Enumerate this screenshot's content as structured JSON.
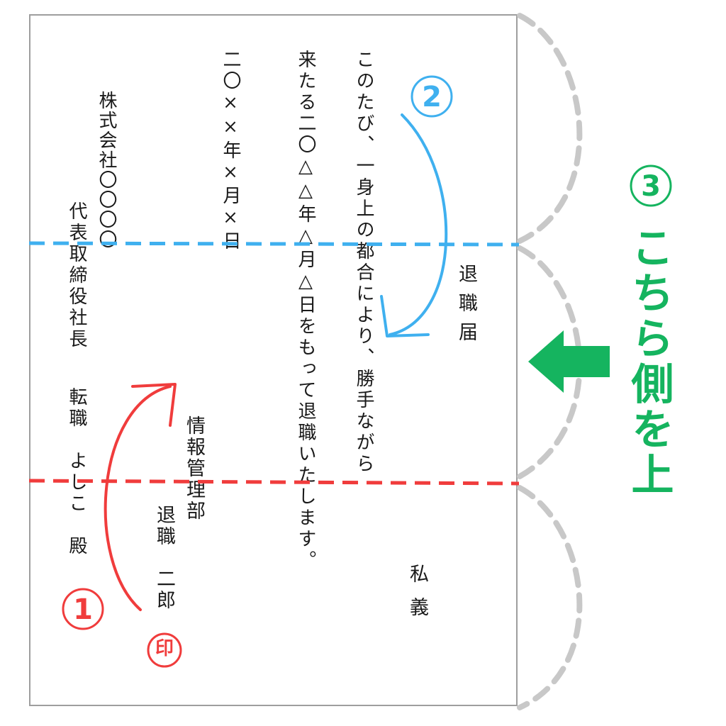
{
  "document": {
    "title": "退職届",
    "shiki": "私義",
    "body_line1": "このたび、一身上の都合により、勝手ながら",
    "body_line2": "来たる二〇△△年△月△日をもって退職いたします。",
    "date": "二〇××年×月×日",
    "department": "情報管理部",
    "author": "退職　二郎",
    "seal": "印",
    "company": "株式会社〇〇〇〇",
    "recipient_title": "代表取締役社長",
    "recipient_name": "転職　よしこ　殿"
  },
  "steps": {
    "step1": "①",
    "step2": "②",
    "step3": "③",
    "step3_label": "こちら側を上"
  },
  "colors": {
    "red": "#f03c3c",
    "blue": "#3fb0ef",
    "green": "#15b45f",
    "gray": "#c8c8c8",
    "paper_border": "#9e9e9e"
  }
}
